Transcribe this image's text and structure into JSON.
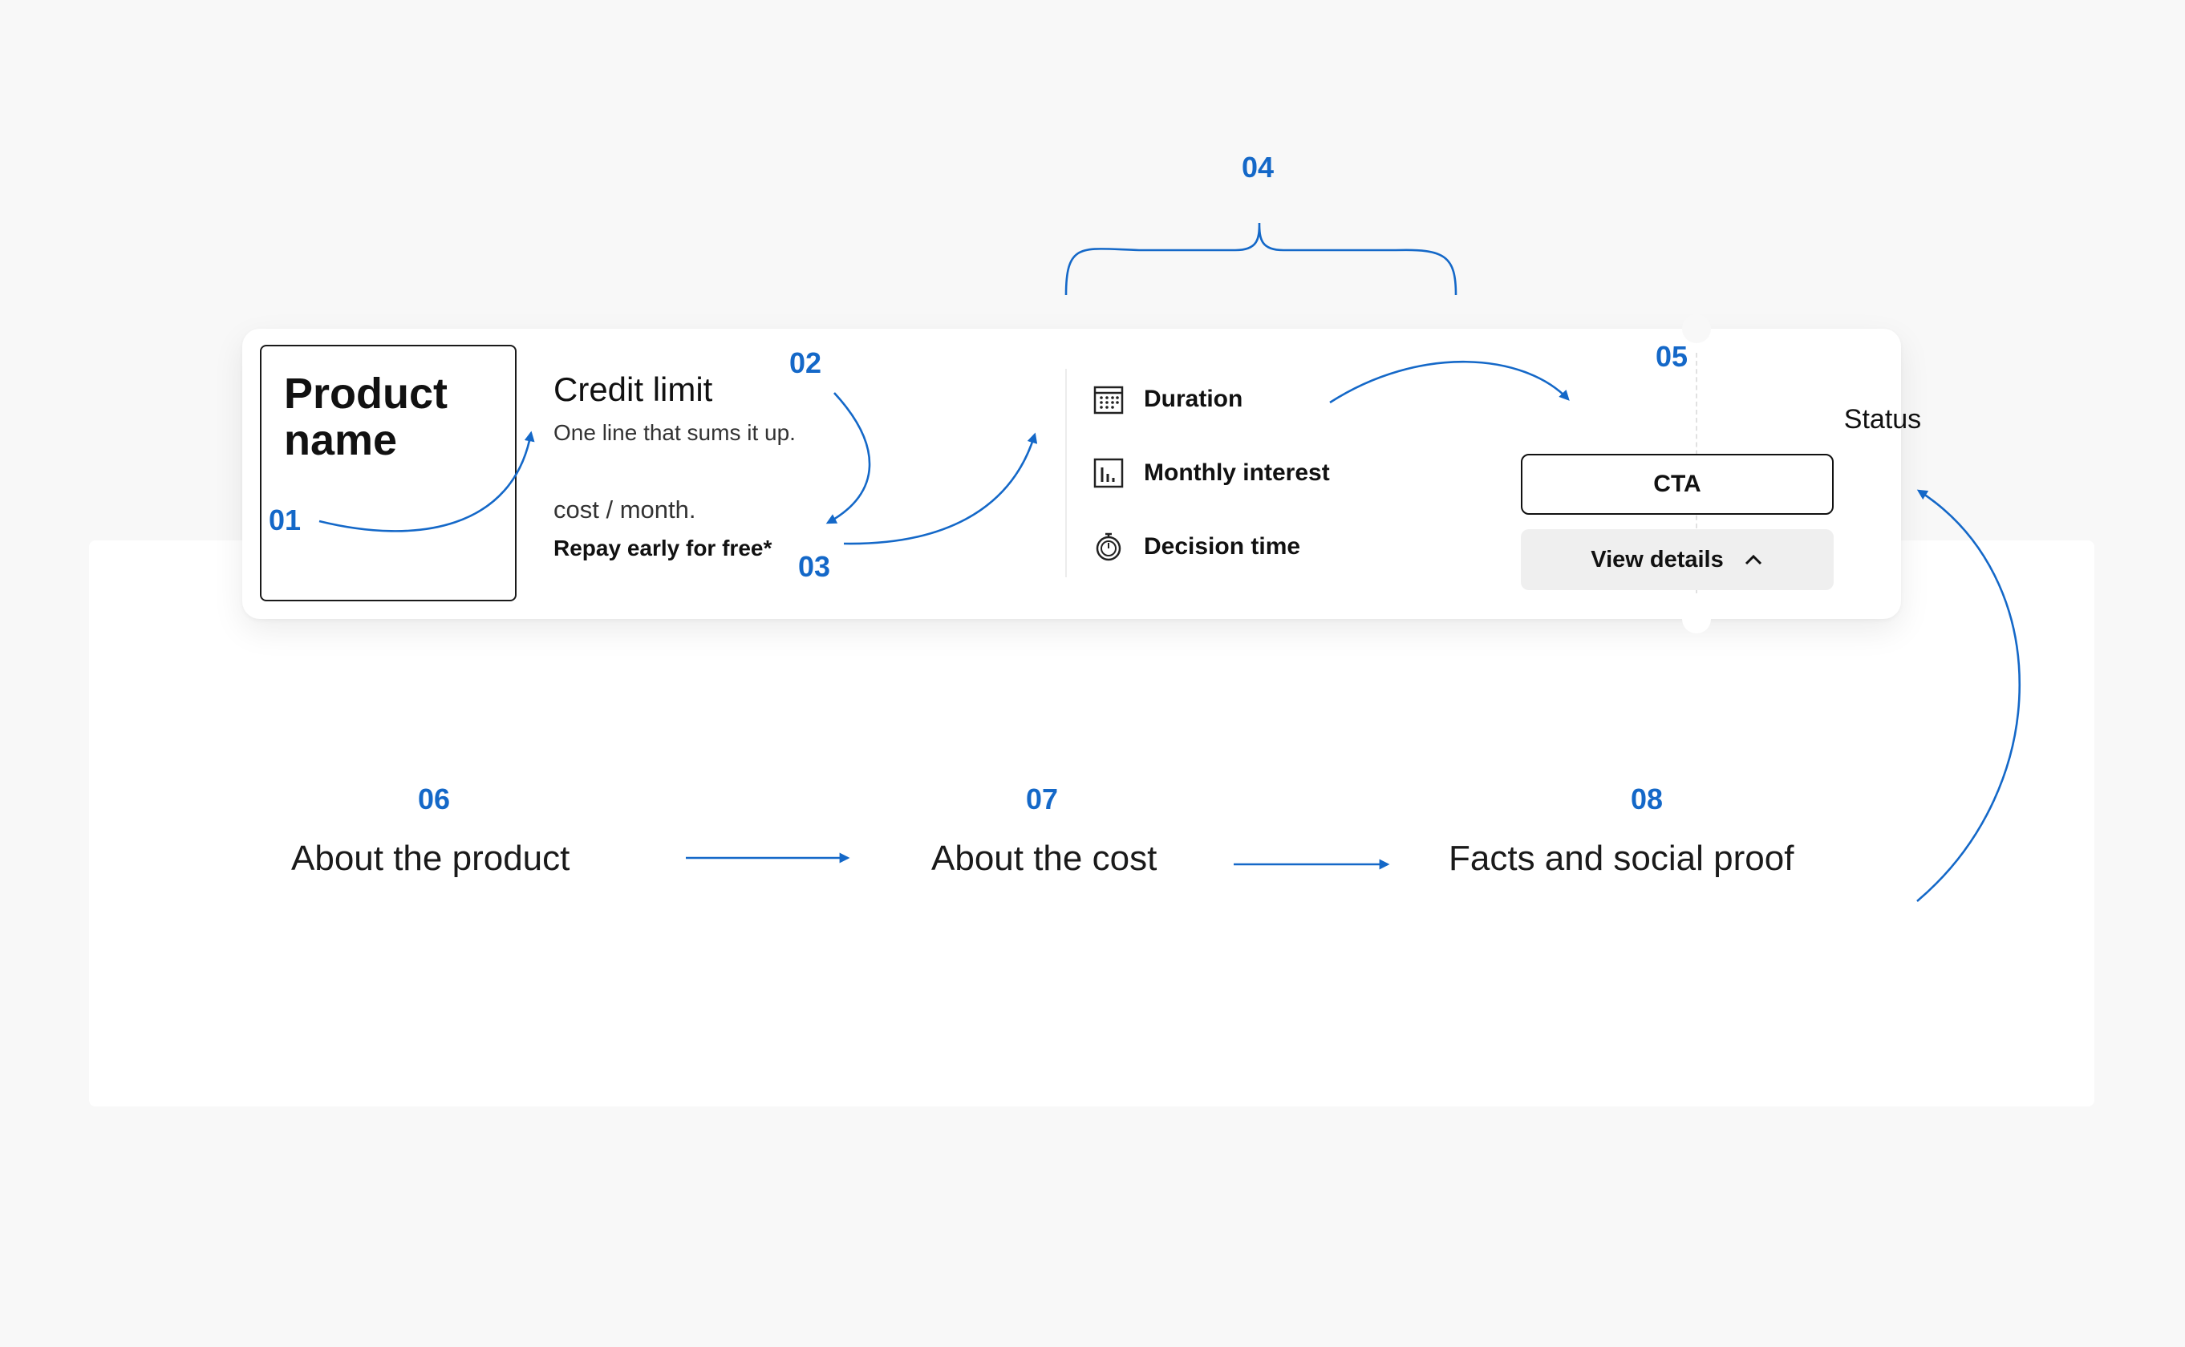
{
  "card": {
    "product_name": "Product name",
    "credit_title": "Credit limit",
    "credit_subtitle": "One line that sums it up.",
    "cost_line": "cost / month.",
    "repay_line": "Repay early for free*",
    "features": [
      {
        "label": "Duration",
        "icon": "calendar-icon"
      },
      {
        "label": "Monthly interest",
        "icon": "bar-chart-icon"
      },
      {
        "label": "Decision time",
        "icon": "stopwatch-icon"
      }
    ],
    "status": "Status",
    "cta_label": "CTA",
    "view_details_label": "View details",
    "view_details_icon": "chevron-up-icon"
  },
  "markers": {
    "m01": "01",
    "m02": "02",
    "m03": "03",
    "m04": "04",
    "m05": "05",
    "m06": "06",
    "m07": "07",
    "m08": "08"
  },
  "sections": [
    {
      "label": "About the product"
    },
    {
      "label": "About the cost"
    },
    {
      "label": "Facts and social proof"
    }
  ],
  "colors": {
    "annotation_blue": "#1468c8",
    "background": "#f8f8f8",
    "card": "#ffffff"
  }
}
